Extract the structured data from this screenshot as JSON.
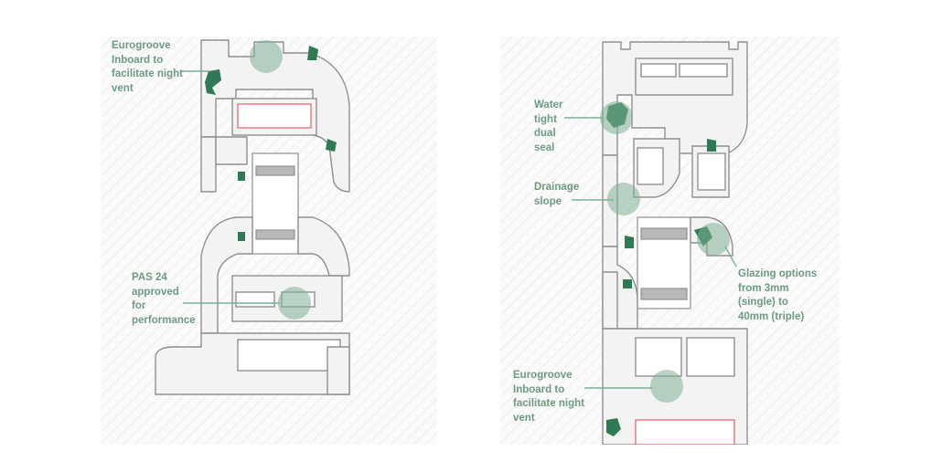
{
  "colors": {
    "accent": "#7fae95",
    "label_text": "#6e9a82",
    "profile_fill": "#f3f3f3",
    "profile_stroke": "#909090",
    "hatch": "#e6e6e6",
    "seal": "#2e7a54",
    "reinforcement": "#e06060"
  },
  "left_panel": {
    "labels": {
      "eurogroove": "Eurogroove\nInboard to\nfacilitate night\nvent",
      "pas24": "PAS 24\napproved\nfor\nperformance"
    }
  },
  "right_panel": {
    "labels": {
      "water_tight": "Water\ntight\ndual\nseal",
      "drainage": "Drainage\nslope",
      "glazing": "Glazing options\nfrom 3mm\n(single) to\n40mm (triple)",
      "eurogroove": "Eurogroove\nInboard to\nfacilitate night\nvent"
    }
  }
}
